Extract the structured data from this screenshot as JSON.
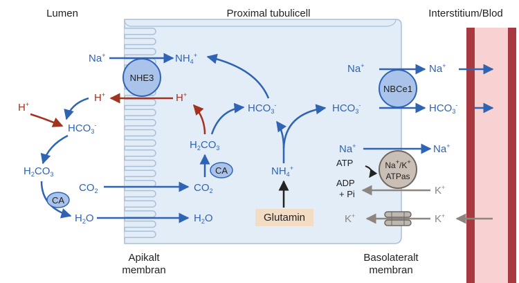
{
  "headers": {
    "lumen": "Lumen",
    "cell": "Proximal tubulicell",
    "interstitium": "Interstitium/Blod"
  },
  "membranes": {
    "apical_line1": "Apikalt",
    "apical_line2": "membran",
    "basolateral_line1": "Basolateralt",
    "basolateral_line2": "membran"
  },
  "transporters": {
    "nhe3": "NHE3",
    "nbce1": "NBCe1",
    "atpase_line1": "Na",
    "atpase_plus_a": "+",
    "atpase_slash": "/K",
    "atpase_plus_b": "+",
    "atpase_line2": "ATPas"
  },
  "enzyme": "CA",
  "glutamine": "Glutamin",
  "species": {
    "na": "Na",
    "k": "K",
    "h": "H",
    "nh": "NH",
    "hco": "HCO",
    "co": "CO",
    "two": "2",
    "three": "3",
    "four": "4",
    "plus": "+",
    "minus": "-",
    "h2_h": "H",
    "h2o_o": "O",
    "h2co3_co": "CO"
  },
  "energy": {
    "atp": "ATP",
    "adp": "ADP",
    "pi": "+ Pi"
  },
  "colors": {
    "cell_fill": "#e3edf8",
    "cell_stroke": "#a9bfd8",
    "blue": "#2f63b3",
    "red": "#a2331e",
    "vessel_wall": "#a83a3f",
    "vessel_fill": "#f8d2d2",
    "gray": "#8c8580",
    "transporter_fill": "#a9c3ea",
    "atpase_fill": "#c9bfb6",
    "glutamine_fill": "#f3dcc4"
  }
}
